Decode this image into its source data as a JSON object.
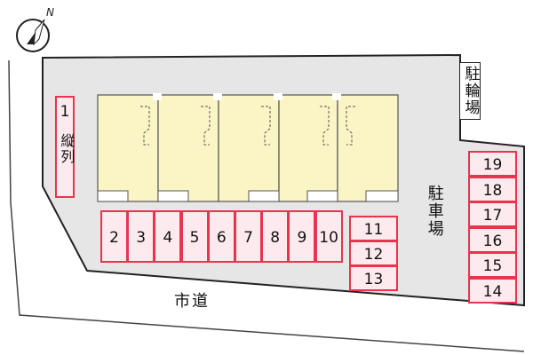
{
  "colors": {
    "site_fill": "#e6e6e6",
    "building_fill": "#fbf4c5",
    "slot_fill": "#fdeaef",
    "slot_border": "#e8344d",
    "outline": "#222222"
  },
  "compass": {
    "north_label": "N",
    "icon": "north-arrow-icon"
  },
  "labels": {
    "bicycle_parking": "駐輪場",
    "parking_lot": "駐車場",
    "city_road": "市道",
    "tandem_note": "縦列"
  },
  "parking_slots": {
    "tandem": "1",
    "bottom_row": [
      "2",
      "3",
      "4",
      "5",
      "6",
      "7",
      "8",
      "9",
      "10"
    ],
    "middle_stack": [
      "11",
      "12",
      "13"
    ],
    "right_stack": [
      "19",
      "18",
      "17",
      "16",
      "15",
      "14"
    ]
  },
  "buildings": {
    "unit_count": 5
  }
}
